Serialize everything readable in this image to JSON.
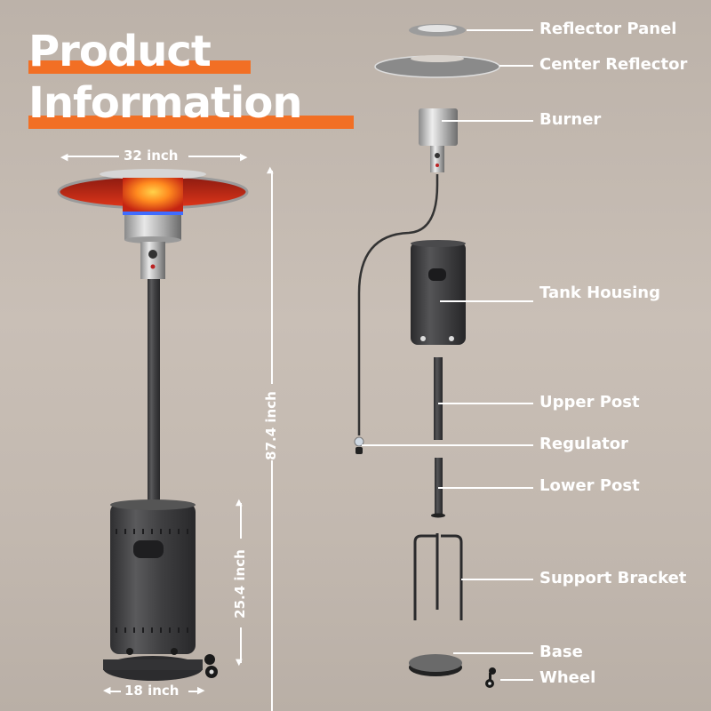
{
  "title": {
    "line1": "Product",
    "line2": "Information",
    "accent_color": "#f26f24",
    "text_color": "#ffffff"
  },
  "dimensions": {
    "top_width": "32 inch",
    "total_height": "87.4 inch",
    "base_height": "25.4 inch",
    "base_width": "18 inch"
  },
  "parts": [
    {
      "label": "Reflector Panel"
    },
    {
      "label": "Center Reflector"
    },
    {
      "label": "Burner"
    },
    {
      "label": "Tank Housing"
    },
    {
      "label": "Upper Post"
    },
    {
      "label": "Regulator"
    },
    {
      "label": "Lower Post"
    },
    {
      "label": "Support Bracket"
    },
    {
      "label": "Base"
    },
    {
      "label": "Wheel"
    }
  ],
  "colors": {
    "background": "#c4bab1",
    "metal_dark": "#3c3c3e",
    "flame_orange": "#ff8a1f",
    "flame_red": "#c42412"
  }
}
